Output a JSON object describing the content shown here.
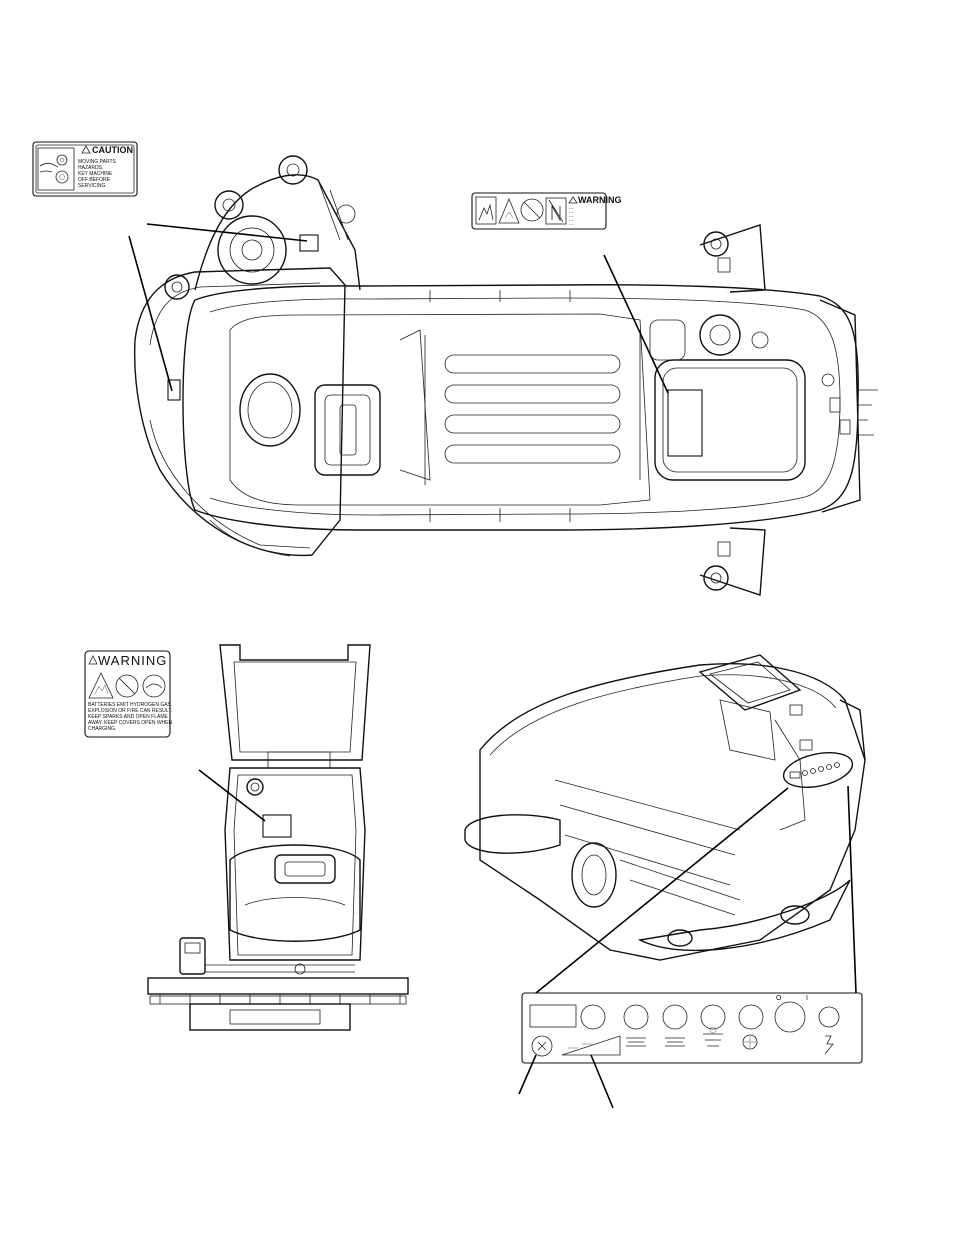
{
  "caution_decal": {
    "header": "CAUTION",
    "lines": [
      "MOVING PARTS",
      "HAZARDS.",
      "KEY MACHINE",
      "OFF BEFORE",
      "SERVICING."
    ]
  },
  "warning_decal_top": {
    "header": "WARNING",
    "lines": [
      "...",
      "...",
      "...",
      "...",
      "..."
    ]
  },
  "warning_decal_battery": {
    "header": "WARNING",
    "lines": [
      "BATTERIES EMIT HYDROGEN GAS.",
      "EXPLOSION OR FIRE CAN RESULT.",
      "KEEP SPARKS AND OPEN FLAME",
      "AWAY. KEEP COVERS OPEN WHEN",
      "CHARGING."
    ]
  },
  "control_panel": {
    "tick_labels": [
      "O",
      "I"
    ]
  }
}
